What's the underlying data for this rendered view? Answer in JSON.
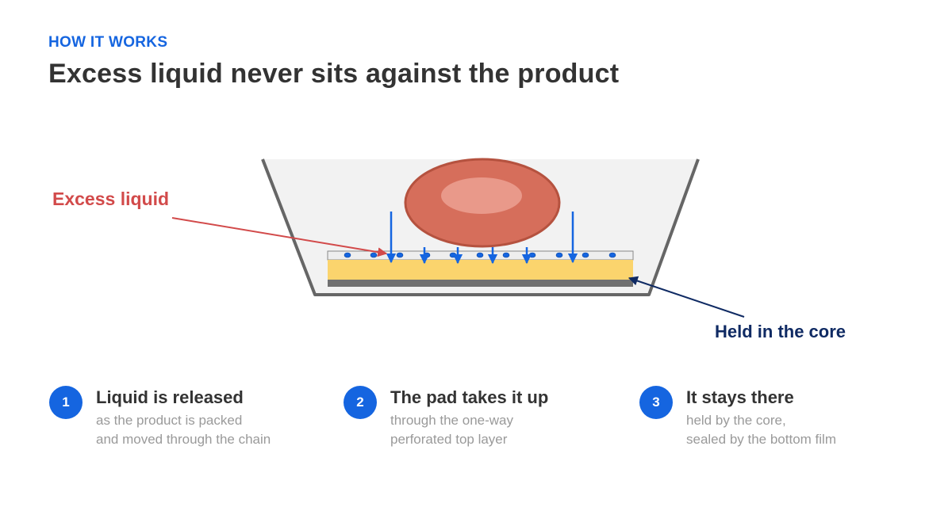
{
  "header": {
    "eyebrow": "HOW IT WORKS",
    "title": "Excess liquid never sits against the product"
  },
  "diagram": {
    "callout_excess": "Excess liquid",
    "callout_core": "Held in the core"
  },
  "steps": [
    {
      "number": "1",
      "title": "Liquid is released",
      "line1": "as the product is packed",
      "line2": "and moved through the chain"
    },
    {
      "number": "2",
      "title": "The pad takes it up",
      "line1": "through the one-way",
      "line2": "perforated top layer"
    },
    {
      "number": "3",
      "title": "It stays there",
      "line1": "held by the core,",
      "line2": "sealed by the bottom film"
    }
  ],
  "colors": {
    "accent_blue": "#1565e0",
    "headline": "#333333",
    "excess_red": "#d24a4a",
    "core_navy": "#0f2a63",
    "muted_text": "#9a9a9a",
    "product_red": "#d66e5b",
    "core_yellow": "#fbd46d",
    "film_grey": "#707070",
    "tray_grey": "#666666"
  }
}
